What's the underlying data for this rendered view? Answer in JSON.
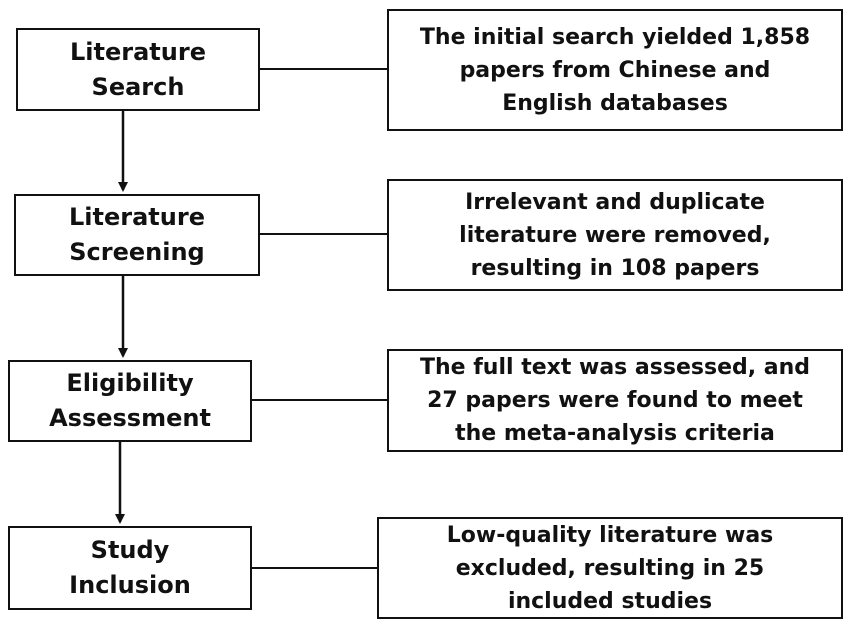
{
  "diagram": {
    "stages": [
      {
        "line1": "Literature",
        "line2": "Search",
        "note": [
          "The initial search yielded 1,858",
          "papers from Chinese and",
          "English databases"
        ]
      },
      {
        "line1": "Literature",
        "line2": "Screening",
        "note": [
          "Irrelevant and duplicate",
          "literature were removed,",
          "resulting in 108 papers"
        ]
      },
      {
        "line1": "Eligibility",
        "line2": "Assessment",
        "note": [
          "The full text was assessed, and",
          "27 papers were found to meet",
          "the meta-analysis criteria"
        ]
      },
      {
        "line1": "Study",
        "line2": "Inclusion",
        "note": [
          "Low-quality literature was",
          "excluded, resulting in 25",
          "included studies"
        ]
      }
    ],
    "colors": {
      "line": "#111111",
      "text": "#111111",
      "background": "#ffffff"
    }
  }
}
